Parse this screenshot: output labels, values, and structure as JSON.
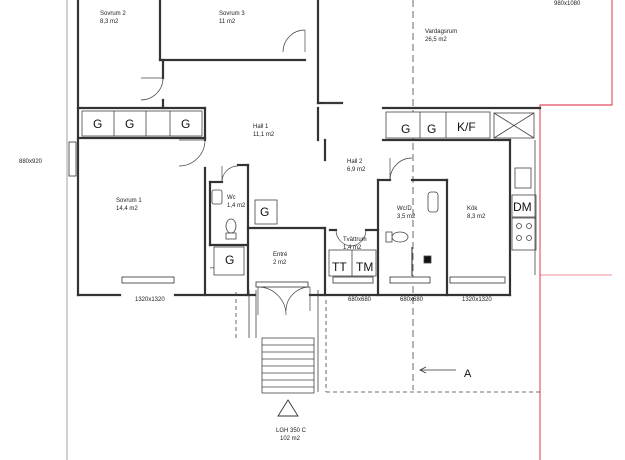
{
  "rooms": {
    "sovrum2": {
      "name": "Sovrum 2",
      "area": "8,3 m2"
    },
    "sovrum3": {
      "name": "Sovrum 3",
      "area": "11 m2"
    },
    "vardagsrum": {
      "name": "Vardagsrum",
      "area": "26,5 m2"
    },
    "hall1": {
      "name": "Hall 1",
      "area": "11,1 m2"
    },
    "hall2": {
      "name": "Hall 2",
      "area": "6,9 m2"
    },
    "sovrum1": {
      "name": "Sovrum 1",
      "area": "14,4 m2"
    },
    "wc": {
      "name": "Wc",
      "area": "1,4 m2"
    },
    "wcd": {
      "name": "Wc/D",
      "area": "3,5 m2"
    },
    "kok": {
      "name": "Kök",
      "area": "8,3 m2"
    },
    "entre": {
      "name": "Entré",
      "area": "2 m2"
    },
    "tvattrum": {
      "name": "Tvättrum",
      "area": "1,4 m2"
    }
  },
  "dimensions": {
    "top_right": "980x1080",
    "left_window": "880x920",
    "window_1": "1320x1320",
    "window_2": "680x680",
    "window_3": "680x680",
    "window_4": "1320x1320"
  },
  "symbols": {
    "g": "G",
    "kf": "K/F",
    "tt": "TT",
    "tm": "TM",
    "dm": "DM"
  },
  "section_marker": "A",
  "unit": {
    "name": "LGH 350 C",
    "area": "102 m2"
  }
}
